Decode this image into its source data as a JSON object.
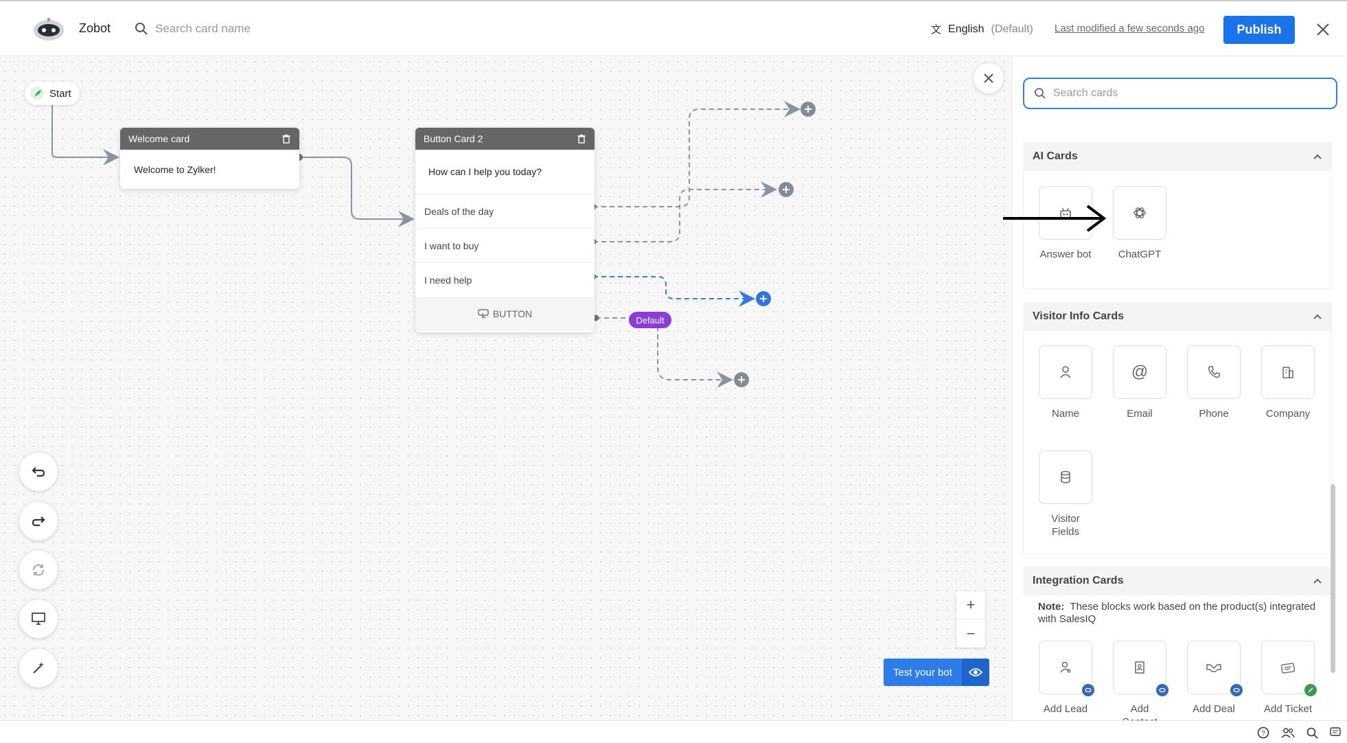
{
  "header": {
    "app_name": "Zobot",
    "search_placeholder": "Search card name",
    "language": "English",
    "language_note": "(Default)",
    "last_modified": "Last modified a few seconds ago",
    "publish_label": "Publish"
  },
  "canvas": {
    "start_label": "Start",
    "welcome_card": {
      "title": "Welcome card",
      "text": "Welcome to Zylker!"
    },
    "button_card": {
      "title": "Button Card 2",
      "question": "How can I help you today?",
      "options": [
        "Deals of the day",
        "I want to buy",
        "I need help"
      ],
      "footer_label": "BUTTON"
    },
    "default_badge": "Default",
    "test_bot_label": "Test your bot",
    "zoom_in": "+",
    "zoom_out": "−"
  },
  "panel": {
    "search_placeholder": "Search cards",
    "sections": [
      {
        "title": "AI Cards",
        "items": [
          "Answer bot",
          "ChatGPT"
        ]
      },
      {
        "title": "Visitor Info Cards",
        "items": [
          "Name",
          "Email",
          "Phone",
          "Company",
          "Visitor Fields"
        ]
      },
      {
        "title": "Integration Cards",
        "note_label": "Note:",
        "note_text": "These blocks work based on the product(s) integrated with SalesIQ",
        "items": [
          "Add Lead",
          "Add Contact",
          "Add Deal",
          "Add Ticket"
        ]
      }
    ]
  },
  "colors": {
    "accent": "#1a73e8",
    "default_badge": "#8b3bd6",
    "node_header": "#666666",
    "connector": "#8a93a3",
    "active_connector": "#3478e0"
  }
}
